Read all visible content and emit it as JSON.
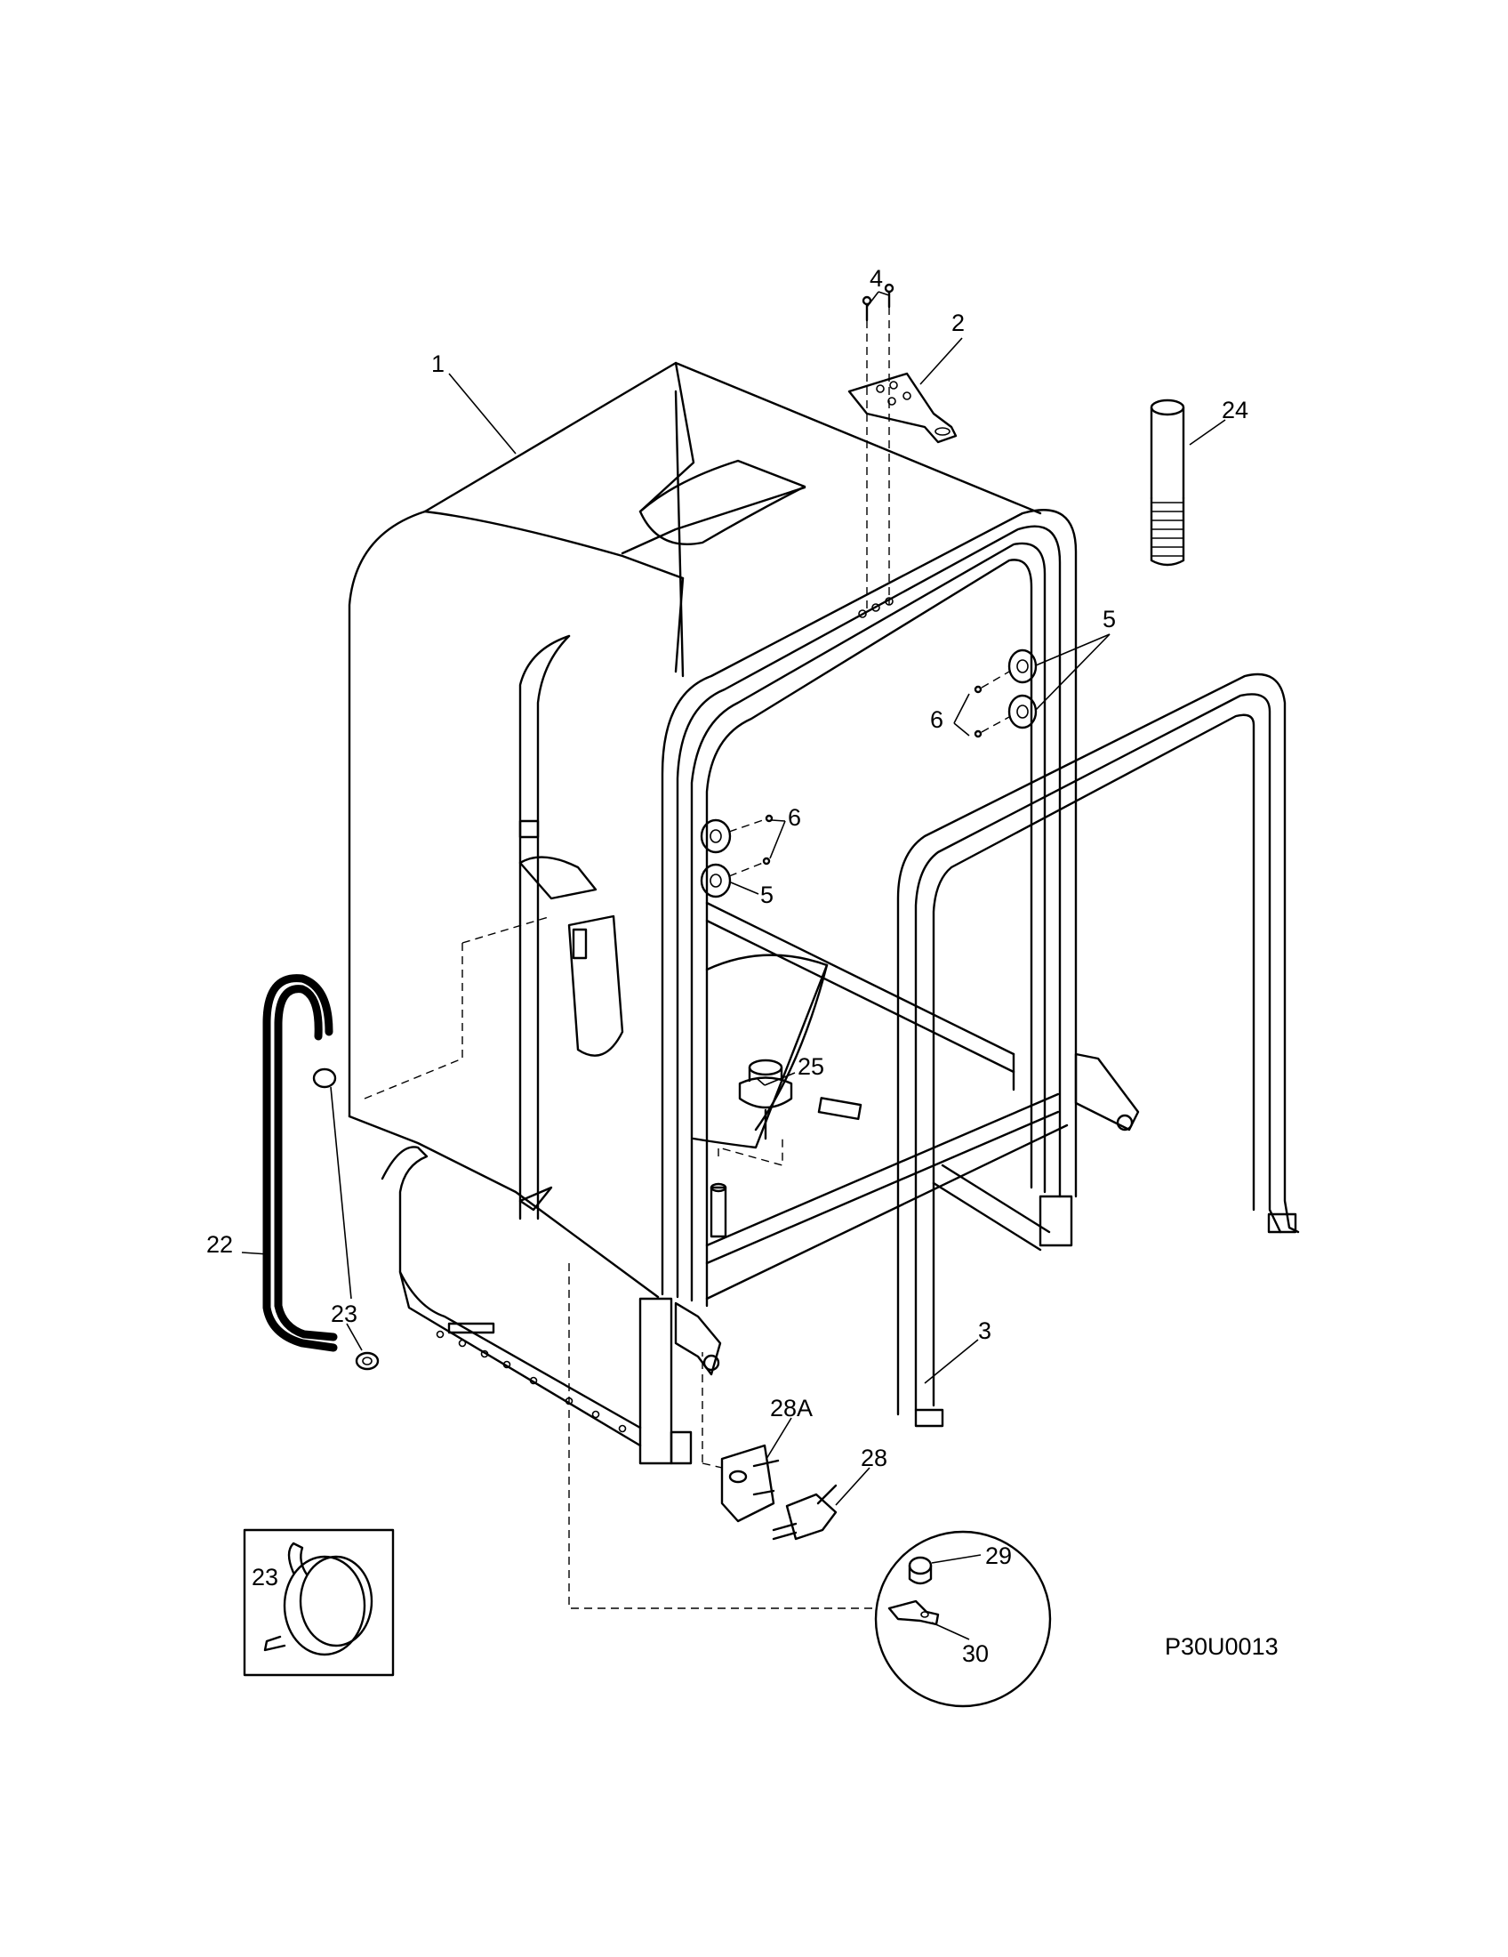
{
  "diagram": {
    "drawing_code": "P30U0013",
    "callouts": {
      "tub": "1",
      "bracket": "2",
      "gasket": "3",
      "screws_top": "4",
      "rollers_right": "5",
      "screws_right": "6",
      "screws_left": "6",
      "rollers_left": "5",
      "drain_hose": "22",
      "hose_clamp": "23",
      "clamp_detail": "23",
      "fill_tube": "24",
      "float": "25",
      "switch_bracket": "28A",
      "float_switch": "28",
      "thermostat": "29",
      "thermostat_bracket": "30"
    }
  }
}
